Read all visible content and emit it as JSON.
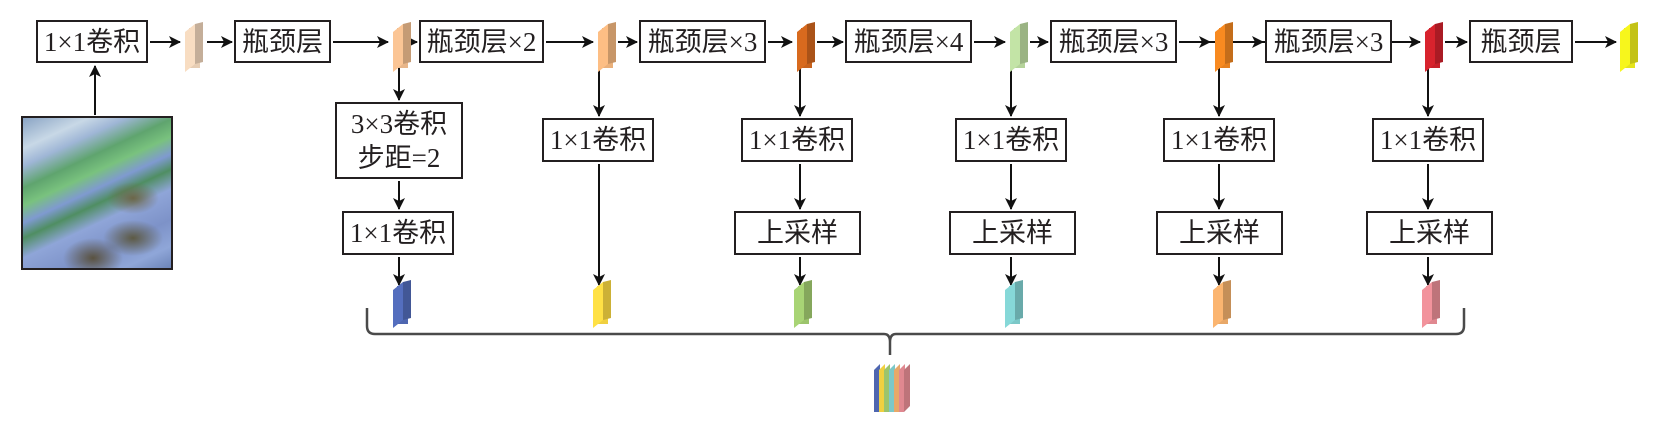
{
  "diagram": {
    "description": "Feature extraction network with bottleneck backbone and multi-scale fusion",
    "input_image": {
      "label": "remote-sensing-image"
    },
    "top_row": [
      {
        "type": "box",
        "label": "1×1卷积"
      },
      {
        "type": "feature",
        "color": "#e6cdb4"
      },
      {
        "type": "box",
        "label": "瓶颈层"
      },
      {
        "type": "feature",
        "color": "#e8b68a"
      },
      {
        "type": "box",
        "label": "瓶颈层×2"
      },
      {
        "type": "feature",
        "color": "#eab07a"
      },
      {
        "type": "box",
        "label": "瓶颈层×3"
      },
      {
        "type": "feature",
        "color": "#c8621c"
      },
      {
        "type": "box",
        "label": "瓶颈层×4"
      },
      {
        "type": "feature",
        "color": "#b5d39a"
      },
      {
        "type": "box",
        "label": "瓶颈层×3"
      },
      {
        "type": "feature",
        "color": "#e6801e"
      },
      {
        "type": "box",
        "label": "瓶颈层×3"
      },
      {
        "type": "feature",
        "color": "#c8202a"
      },
      {
        "type": "box",
        "label": "瓶颈层"
      },
      {
        "type": "feature",
        "color": "#e5e41a"
      }
    ],
    "branches": [
      {
        "boxes": [
          "3×3卷积\n步距=2",
          "1×1卷积"
        ],
        "line1": "3×3卷积",
        "line2": "步距=2",
        "second": "1×1卷积",
        "output_color": "#4e66b0"
      },
      {
        "boxes": [
          "1×1卷积"
        ],
        "first": "1×1卷积",
        "output_color": "#f0d040"
      },
      {
        "boxes": [
          "1×1卷积",
          "上采样"
        ],
        "first": "1×1卷积",
        "second": "上采样",
        "output_color": "#9cc46c"
      },
      {
        "boxes": [
          "1×1卷积",
          "上采样"
        ],
        "first": "1×1卷积",
        "second": "上采样",
        "output_color": "#7cc8c8"
      },
      {
        "boxes": [
          "1×1卷积",
          "上采样"
        ],
        "first": "1×1卷积",
        "second": "上采样",
        "output_color": "#e8a868"
      },
      {
        "boxes": [
          "1×1卷积",
          "上采样"
        ],
        "first": "1×1卷积",
        "second": "上采样",
        "output_color": "#e08890"
      }
    ],
    "fused_output": {
      "colors": [
        "#4e66b0",
        "#f0d040",
        "#9cc46c",
        "#7cc8c8",
        "#e8a868",
        "#e08890"
      ]
    }
  }
}
